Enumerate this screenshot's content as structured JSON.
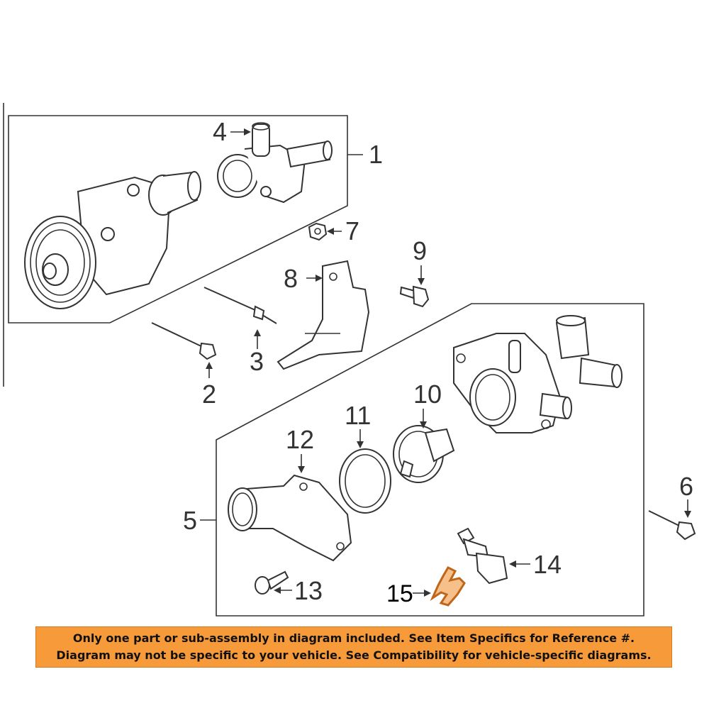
{
  "callouts": {
    "c1": "1",
    "c2": "2",
    "c3": "3",
    "c4": "4",
    "c5": "5",
    "c6": "6",
    "c7": "7",
    "c8": "8",
    "c9": "9",
    "c10": "10",
    "c11": "11",
    "c12": "12",
    "c13": "13",
    "c14": "14",
    "c15": "15"
  },
  "notice": {
    "line1": "Only one part or sub-assembly in diagram included. See Item Specifics for Reference #.",
    "line2": "Diagram may not be specific to your vehicle. See Compatibility for vehicle-specific diagrams."
  },
  "colors": {
    "notice_background": "#f79a3a",
    "highlight_part": "#c0661a",
    "line_art": "#333333"
  }
}
